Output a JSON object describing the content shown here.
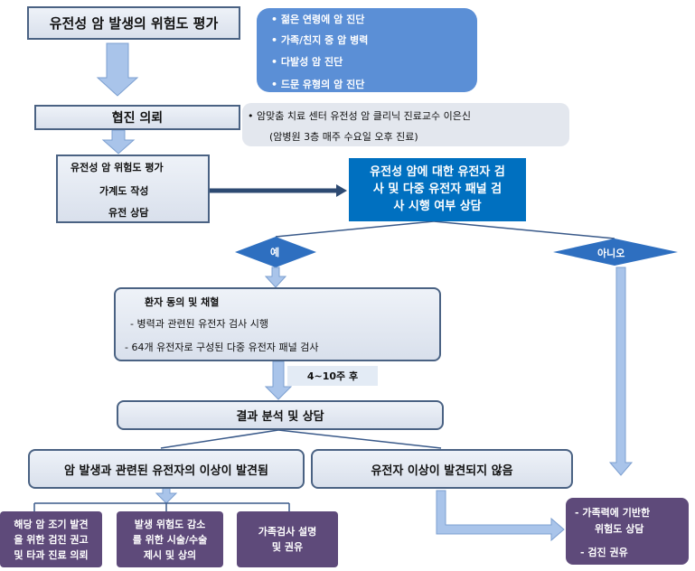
{
  "step1": {
    "title": "유전성 암 발생의 위험도 평가"
  },
  "criteria": [
    "• 젊은 연령에 암 진단",
    "• 가족/친지 중 암 병력",
    "• 다발성 암 진단",
    "• 드문 유형의 암 진단"
  ],
  "step2": {
    "title": "협진 의뢰"
  },
  "referral": {
    "line1": "• 암맞춤 치료 센터 유전성 암 클리닉 진료교수 이은신",
    "line2": "(암병원 3층 매주 수요일 오후 진료)"
  },
  "step3": {
    "lines": [
      "유전성 암 위험도 평가",
      "가계도 작성",
      "유전 상담"
    ]
  },
  "consult": {
    "lines": [
      "유전성 암에 대한 유전자 검",
      "사 및 다중 유전자 패널 검",
      "사 시행 여부 상담"
    ]
  },
  "decision": {
    "yes": "예",
    "no": "아니오"
  },
  "consent": {
    "title": "환자 동의 및 채혈",
    "item1": "- 병력과 관련된 유전자 검사 시행",
    "item2": "-   64개 유전자로 구성된 다중 유전자 패널 검사"
  },
  "wait": {
    "label": "4~10주 후"
  },
  "result": {
    "title": "결과 분석 및 상담"
  },
  "found": {
    "title": "암 발생과 관련된 유전자의 이상이 발견됨"
  },
  "notfound": {
    "title": "유전자 이상이 발견되지 않음"
  },
  "actions": [
    [
      "해당 암 조기 발견",
      "을 위한 검진 권고",
      "및 타과 진료 의뢰"
    ],
    [
      "발생 위험도 감소",
      "를 위한 시술/수술",
      "제시 및 상의"
    ],
    [
      "가족검사 설명",
      "및 권유"
    ]
  ],
  "family": {
    "line1": "-   가족력에 기반한",
    "line2": "위험도 상담",
    "line3": "- 검진 권유"
  },
  "colors": {
    "navy_border": "#4a6283",
    "arrow_fill": "#a9c4ea",
    "bullet_box": "#5b8fd6",
    "consult_box": "#0070c0",
    "purple_box": "#5e4a7a",
    "diamond": "#2e6fc0"
  }
}
